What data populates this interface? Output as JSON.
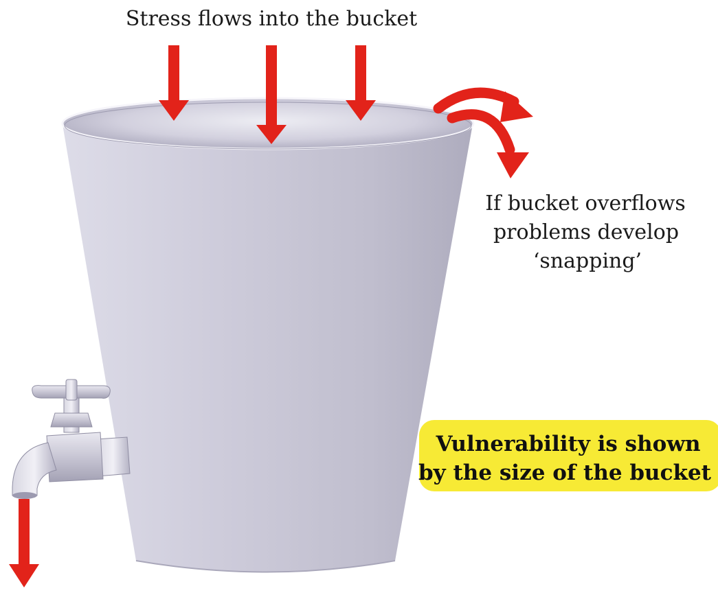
{
  "labels": {
    "stress_inflow": "Stress flows into the bucket",
    "overflow_line1": "If bucket overflows",
    "overflow_line2": "problems develop",
    "overflow_line3": "‘snapping’",
    "vulnerability_line1": "Vulnerability is shown",
    "vulnerability_line2": "by the size of the bucket"
  },
  "colors": {
    "arrow": "#e2231a",
    "bucket": "#c9c7d6",
    "highlight": "#f7ea35"
  },
  "icons": [
    "bucket",
    "tap",
    "down-arrow",
    "curved-overflow-arrow"
  ]
}
